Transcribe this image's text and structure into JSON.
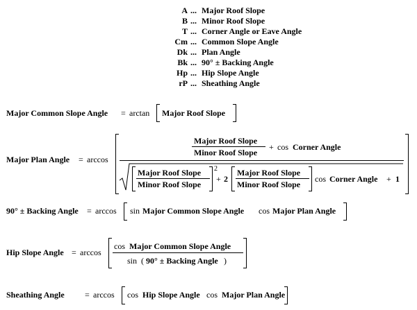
{
  "legend": [
    {
      "symbol": "A",
      "sep": "...",
      "text": "Major Roof Slope"
    },
    {
      "symbol": "B",
      "sep": "...",
      "text": "Minor Roof Slope"
    },
    {
      "symbol": "T",
      "sep": "...",
      "text": "Corner Angle or Eave Angle"
    },
    {
      "symbol": "Cm",
      "sep": "...",
      "text": "Common Slope Angle"
    },
    {
      "symbol": "Dk",
      "sep": "...",
      "text": "Plan Angle"
    },
    {
      "symbol": "Bk",
      "sep": "...",
      "text": "90° ± Backing Angle"
    },
    {
      "symbol": "Hp",
      "sep": "...",
      "text": "Hip Slope Angle"
    },
    {
      "symbol": "rP",
      "sep": "...",
      "text": "Sheathing Angle"
    }
  ],
  "terms": {
    "major_common_slope_angle": "Major Common Slope Angle",
    "major_roof_slope": "Major Roof Slope",
    "minor_roof_slope": "Minor Roof Slope",
    "major_plan_angle": "Major Plan Angle",
    "corner_angle": "Corner Angle",
    "backing_angle": "90° ± Backing Angle",
    "hip_slope_angle": "Hip Slope Angle",
    "sheathing_angle": "Sheathing Angle"
  },
  "ops": {
    "equals": "=",
    "arctan": "arctan",
    "arccos": "arccos",
    "cos": "cos",
    "sin": "sin",
    "plus": "+",
    "two": "2",
    "one": "1",
    "squared": "2",
    "open_paren": "(",
    "close_paren": ")"
  }
}
